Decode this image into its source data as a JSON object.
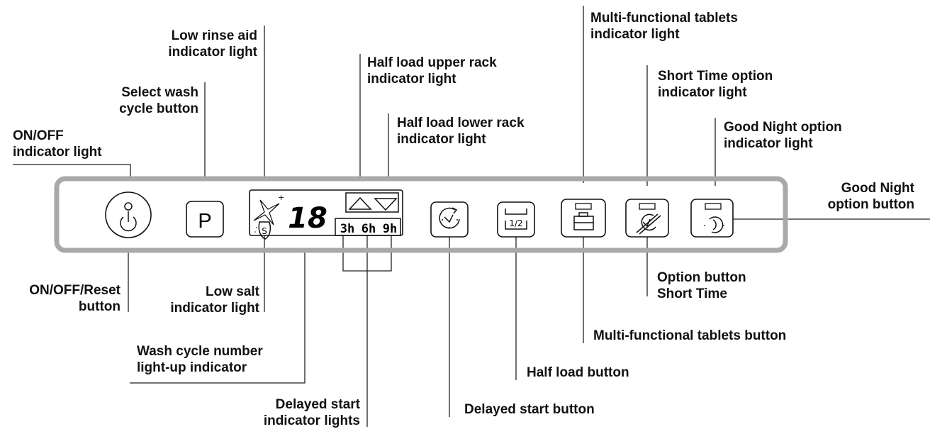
{
  "labels": {
    "low_rinse_aid": [
      "Low rinse aid",
      "indicator light"
    ],
    "select_wash_cycle": [
      "Select wash",
      "cycle button"
    ],
    "on_off_indicator": [
      "ON/OFF",
      "indicator light"
    ],
    "half_load_upper": [
      "Half load upper rack",
      "indicator light"
    ],
    "half_load_lower": [
      "Half load lower rack",
      "indicator light"
    ],
    "multi_tablets_indicator": [
      "Multi-functional tablets",
      "indicator light"
    ],
    "short_time_indicator": [
      "Short Time option",
      "indicator light"
    ],
    "good_night_indicator": [
      "Good Night option",
      "indicator light"
    ],
    "good_night_button": [
      "Good Night",
      "option button"
    ],
    "on_off_reset": [
      "ON/OFF/Reset",
      "button"
    ],
    "low_salt": [
      "Low salt",
      "indicator light"
    ],
    "option_short_time": [
      "Option button",
      "Short Time"
    ],
    "multi_tablets_button": "Multi-functional tablets button",
    "wash_cycle_number": [
      "Wash cycle number",
      "light-up indicator"
    ],
    "half_load_button": "Half load button",
    "delayed_start_indicators": [
      "Delayed start",
      "indicator lights"
    ],
    "delayed_start_button": "Delayed start button"
  },
  "panel": {
    "program_letter": "P",
    "cycle_digits": "18",
    "delay_values": [
      "3h",
      "6h",
      "9h"
    ],
    "salt_letter": "S",
    "half_load_fraction": "1/2"
  },
  "colors": {
    "panel_border": "#a9a9a9",
    "ink": "#111111"
  },
  "icons": [
    "power-icon",
    "sparkle-icon",
    "salt-icon",
    "up-triangle-icon",
    "down-triangle-icon",
    "clock-icon",
    "half-load-icon",
    "tablet-icon",
    "short-time-icon",
    "moon-icon"
  ]
}
